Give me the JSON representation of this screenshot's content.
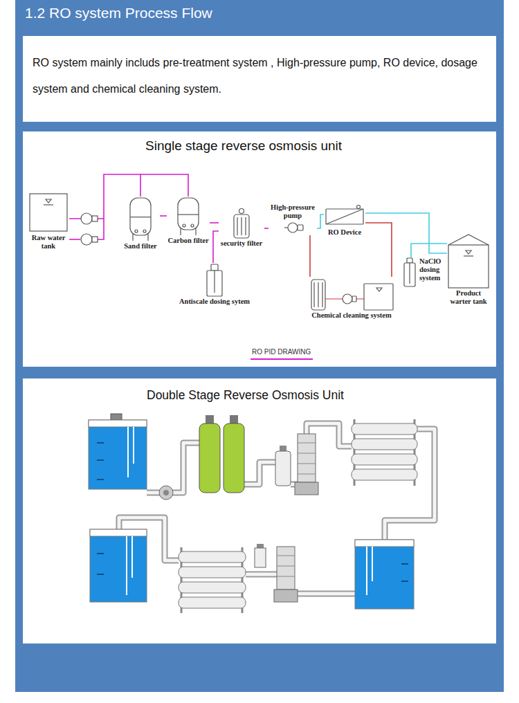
{
  "diagram": {
    "title": "1.2 RO system Process Flow",
    "nodes": [
      {
        "text": [
          "RO system mainly includs pre-treatment system , High-pressure pump, RO device, dosage system and chemical cleaning system."
        ]
      },
      {
        "text": [
          "Single stage reverse osmosis unit"
        ]
      },
      {
        "text": [
          "Raw water tank"
        ],
        "in": 1
      },
      {
        "text": [
          "Sand filter"
        ],
        "in": 1
      },
      {
        "text": [
          "Carbon filter"
        ],
        "in": 1
      },
      {
        "text": [
          "security filter"
        ],
        "in": 1
      },
      {
        "text": [
          "Antiscale dosing sytem"
        ],
        "in": 1
      },
      {
        "text": [
          "High-pressure pump"
        ],
        "in": 1
      },
      {
        "text": [
          "RO Device"
        ],
        "in": 1
      },
      {
        "text": [
          "Chemical cleaning system"
        ],
        "in": 1
      },
      {
        "text": [
          "NaClO dosing system"
        ],
        "in": 1
      },
      {
        "text": [
          "Product warter tank"
        ],
        "in": 1
      },
      {
        "text": [
          "Double Stage Reverse Osmosis Unit"
        ]
      }
    ],
    "edges": [
      {
        "from": 2,
        "to": 3,
        "arrow": "none"
      },
      {
        "from": 3,
        "to": 4,
        "arrow": "none"
      },
      {
        "from": 4,
        "to": 5,
        "arrow": "none"
      },
      {
        "from": 6,
        "to": 5,
        "arrow": "none"
      },
      {
        "from": 5,
        "to": 7,
        "arrow": "none"
      },
      {
        "from": 7,
        "to": 8,
        "arrow": "none"
      },
      {
        "from": 8,
        "to": 11,
        "arrow": "none"
      },
      {
        "from": 10,
        "to": 11,
        "arrow": "none"
      },
      {
        "from": 9,
        "to": 8,
        "arrow": "none"
      },
      {
        "from": 9,
        "to": 7,
        "arrow": "none"
      }
    ],
    "labels": [
      "RO PID DRAWING"
    ]
  }
}
